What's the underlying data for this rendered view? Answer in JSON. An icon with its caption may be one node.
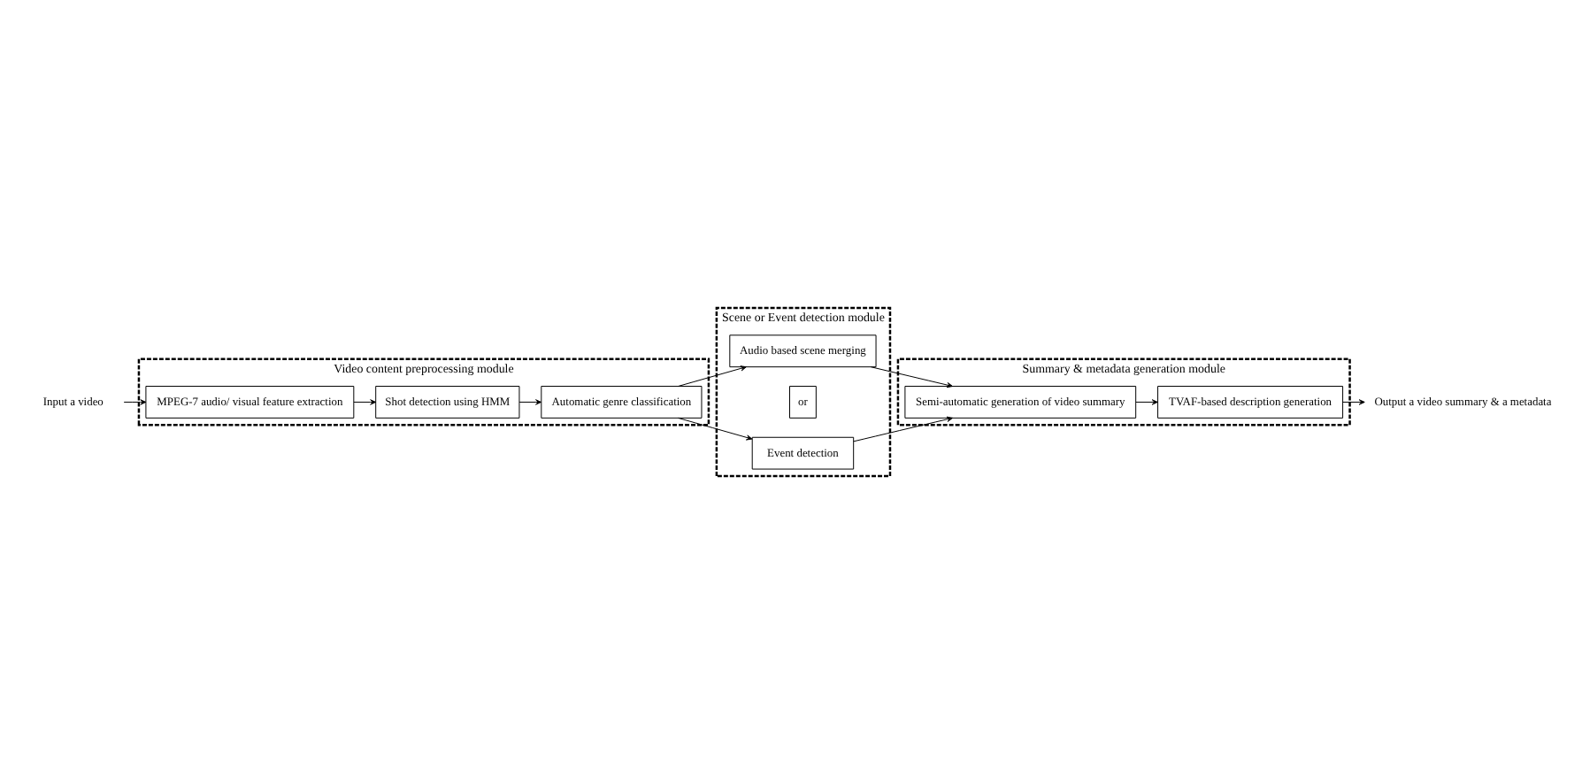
{
  "diagram": {
    "nodes": [
      {
        "text": [
          "Input a video"
        ]
      },
      {
        "text": [
          "Video content preprocessing module"
        ]
      },
      {
        "text": [
          "MPEG-7 audio/ visual feature extraction"
        ],
        "in": 1
      },
      {
        "text": [
          "Shot detection using HMM"
        ],
        "in": 1
      },
      {
        "text": [
          "Automatic genre classification"
        ],
        "in": 1
      },
      {
        "text": [
          "Scene or Event detection module"
        ]
      },
      {
        "text": [
          "Audio based scene merging"
        ],
        "in": 5
      },
      {
        "text": [
          "or"
        ],
        "in": 5
      },
      {
        "text": [
          "Event detection"
        ],
        "in": 5
      },
      {
        "text": [
          "Summary & metadata generation module"
        ]
      },
      {
        "text": [
          "Semi-automatic generation of video summary"
        ],
        "in": 9
      },
      {
        "text": [
          "TVAF-based description generation"
        ],
        "in": 9
      },
      {
        "text": [
          "Output a video summary & a metadata"
        ]
      }
    ],
    "edges": [
      {
        "from": 0,
        "to": 2,
        "arrow": "to"
      },
      {
        "from": 2,
        "to": 3,
        "arrow": "to"
      },
      {
        "from": 3,
        "to": 4,
        "arrow": "to"
      },
      {
        "from": 4,
        "to": 6,
        "arrow": "to"
      },
      {
        "from": 4,
        "to": 8,
        "arrow": "to"
      },
      {
        "from": 6,
        "to": 10,
        "arrow": "to"
      },
      {
        "from": 8,
        "to": 10,
        "arrow": "to"
      },
      {
        "from": 10,
        "to": 11,
        "arrow": "to"
      },
      {
        "from": 11,
        "to": 12,
        "arrow": "to"
      }
    ]
  }
}
